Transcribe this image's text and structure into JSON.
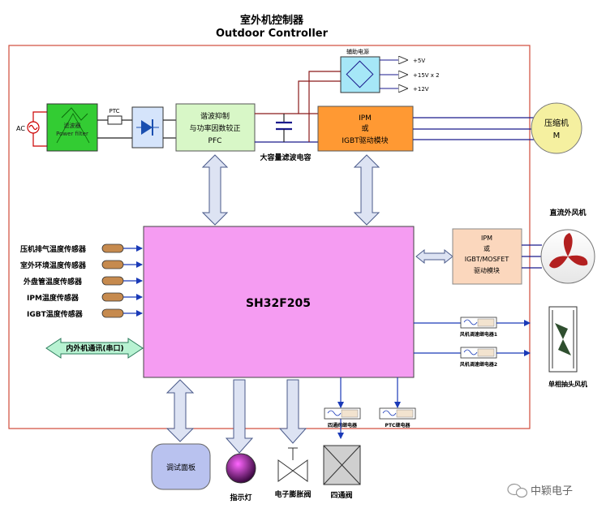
{
  "title": {
    "cn": "室外机控制器",
    "en": "Outdoor Controller"
  },
  "colors": {
    "title": "#1f5fa8",
    "frame": "#d04a3a",
    "filter_fill": "#33cc33",
    "pfc_fill": "#d8f7c7",
    "ipm_fill": "#ff9933",
    "mcu_fill": "#f59cf2",
    "fan_ipm_fill": "#fbd7bd",
    "wire_red": "#8b1a1a",
    "wire_blue": "#1a1a8c",
    "arrow_fill": "#dde3f3",
    "comm_fill": "#b8f2d2",
    "sensor_fill": "#c68a4e"
  },
  "power": {
    "ac_label": "AC",
    "filter_label_cn": "滤波器",
    "filter_label_en": "Power filter",
    "ptc_label": "PTC",
    "pfc_line1": "谐波抑制",
    "pfc_line2": "与功率因数较正",
    "pfc_line3": "PFC",
    "capacitor_label": "大容量滤波电容",
    "aux_power_label": "辅助电源",
    "out_5v": "+5V",
    "out_15v": "+15V x 2",
    "out_12v": "+12V"
  },
  "ipm": {
    "line1": "IPM",
    "line2": "或",
    "line3": "IGBT驱动模块"
  },
  "compressor": {
    "line1": "压缩机",
    "line2": "M"
  },
  "mcu": {
    "label": "SH32F205"
  },
  "sensors": [
    {
      "label": "压机排气温度传感器"
    },
    {
      "label": "室外环境温度传感器"
    },
    {
      "label": "外盘管温度传感器"
    },
    {
      "label": "IPM温度传感器"
    },
    {
      "label": "IGBT温度传感器"
    }
  ],
  "comm": {
    "label": "内外机通讯(串口)"
  },
  "fan_dc": {
    "title": "直流外风机",
    "line1": "IPM",
    "line2": "或",
    "line3": "IGBT/MOSFET",
    "line4": "驱动模块"
  },
  "relays": {
    "fan_relay_1": "风机调速继电器1",
    "fan_relay_2": "风机调速继电器2",
    "single_phase_fan": "单相抽头风机",
    "four_way_relay": "四通阀继电器",
    "ptc_relay": "PTC继电器"
  },
  "bottom": {
    "debug_panel": "调试面板",
    "indicator": "指示灯",
    "eev": "电子膨胀阀",
    "four_way_valve": "四通阀"
  },
  "watermark": {
    "text": "中颖电子",
    "icon": "wechat-icon"
  }
}
